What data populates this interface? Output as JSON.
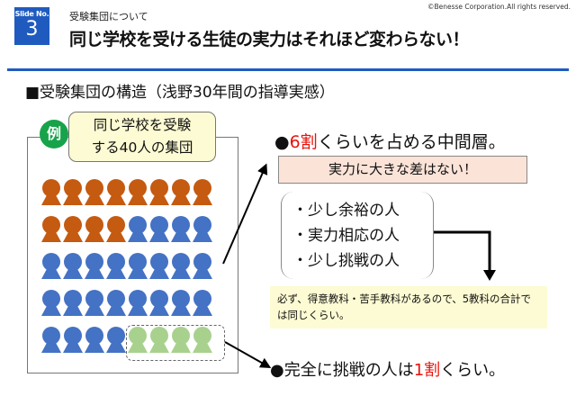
{
  "header": {
    "slide_no_label": "Slide No.",
    "slide_no": "3",
    "subtitle": "受験集団について",
    "title": "同じ学校を受ける生徒の実力はそれほど変わらない！",
    "copyright": "©Benesse Corporation.All  rights reserved."
  },
  "section_heading": "■受験集団の構造（浅野30年間の指導実感）",
  "example": {
    "badge": "例",
    "label_line1": "同じ学校を受験",
    "label_line2": "する40人の集団"
  },
  "people": {
    "total": 40,
    "per_row": 8,
    "groups": [
      {
        "name": "upper",
        "count": 12,
        "color": "#c55a11"
      },
      {
        "name": "middle",
        "count": 24,
        "color": "#4472c4"
      },
      {
        "name": "challenge",
        "count": 4,
        "color": "#a9d18e"
      }
    ]
  },
  "middle": {
    "bullet": "●",
    "pct": "6割",
    "rest": "くらいを占める中間層。",
    "callout": "実力に大きな差はない！",
    "items": [
      "・少し余裕の人",
      "・実力相応の人",
      "・少し挑戦の人"
    ],
    "note": "必ず、得意教科・苦手教科があるので、5教科の合計では同じくらい。"
  },
  "challenge": {
    "bullet": "●",
    "pre": "完全に挑戦の人は",
    "pct": "1割",
    "rest": "くらい。"
  }
}
